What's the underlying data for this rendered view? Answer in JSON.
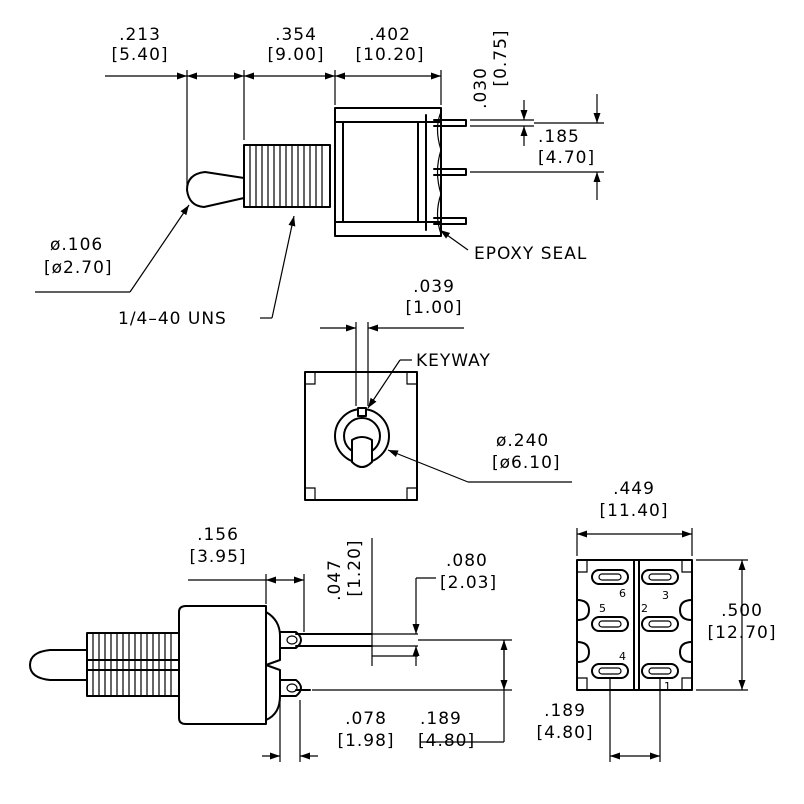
{
  "top_view": {
    "dim_213": {
      "inch": ".213",
      "mm": "[5.40]"
    },
    "dim_354": {
      "inch": ".354",
      "mm": "[9.00]"
    },
    "dim_402": {
      "inch": ".402",
      "mm": "[10.20]"
    },
    "dim_030": {
      "inch": ".030",
      "mm": "[0.75]"
    },
    "dim_185": {
      "inch": ".185",
      "mm": "[4.70]"
    },
    "dim_106": {
      "inch": "ø.106",
      "mm": "[ø2.70]"
    },
    "thread_label": "1/4–40 UNS",
    "epoxy_label": "EPOXY SEAL"
  },
  "front_view": {
    "dim_039": {
      "inch": ".039",
      "mm": "[1.00]"
    },
    "keyway_label": "KEYWAY",
    "dim_240": {
      "inch": "ø.240",
      "mm": "[ø6.10]"
    }
  },
  "side_view": {
    "dim_156": {
      "inch": ".156",
      "mm": "[3.95]"
    },
    "dim_047": {
      "inch": ".047",
      "mm": "[1.20]"
    },
    "dim_080": {
      "inch": ".080",
      "mm": "[2.03]"
    },
    "dim_078": {
      "inch": ".078",
      "mm": "[1.98]"
    },
    "dim_189": {
      "inch": ".189",
      "mm": "[4.80]"
    }
  },
  "bottom_view": {
    "dim_449": {
      "inch": ".449",
      "mm": "[11.40]"
    },
    "dim_500": {
      "inch": ".500",
      "mm": "[12.70]"
    },
    "dim_189": {
      "inch": ".189",
      "mm": "[4.80]"
    },
    "pins": [
      "6",
      "3",
      "5",
      "2",
      "4",
      "1"
    ]
  }
}
